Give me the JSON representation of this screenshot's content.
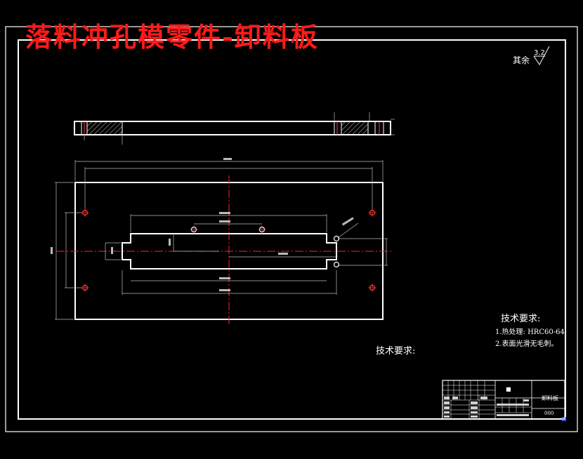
{
  "title": "落料冲孔模零件-卸料板",
  "roughness": {
    "label": "其余",
    "value": "3.2"
  },
  "tech_requirements": {
    "heading": "技术要求:",
    "items": [
      "1.热处理: HRC60-64;",
      "2.表面光滑无毛刺。"
    ]
  },
  "lower_heading": "技术要求:",
  "title_block": {
    "part_name": "卸料板",
    "code": "000",
    "material_cell": "■"
  },
  "colors": {
    "lines": "#ffffff",
    "title": "#ff1a1a",
    "centerline": "#ff2020",
    "holes": "#ff3b3b",
    "dims": "#dddddd"
  }
}
